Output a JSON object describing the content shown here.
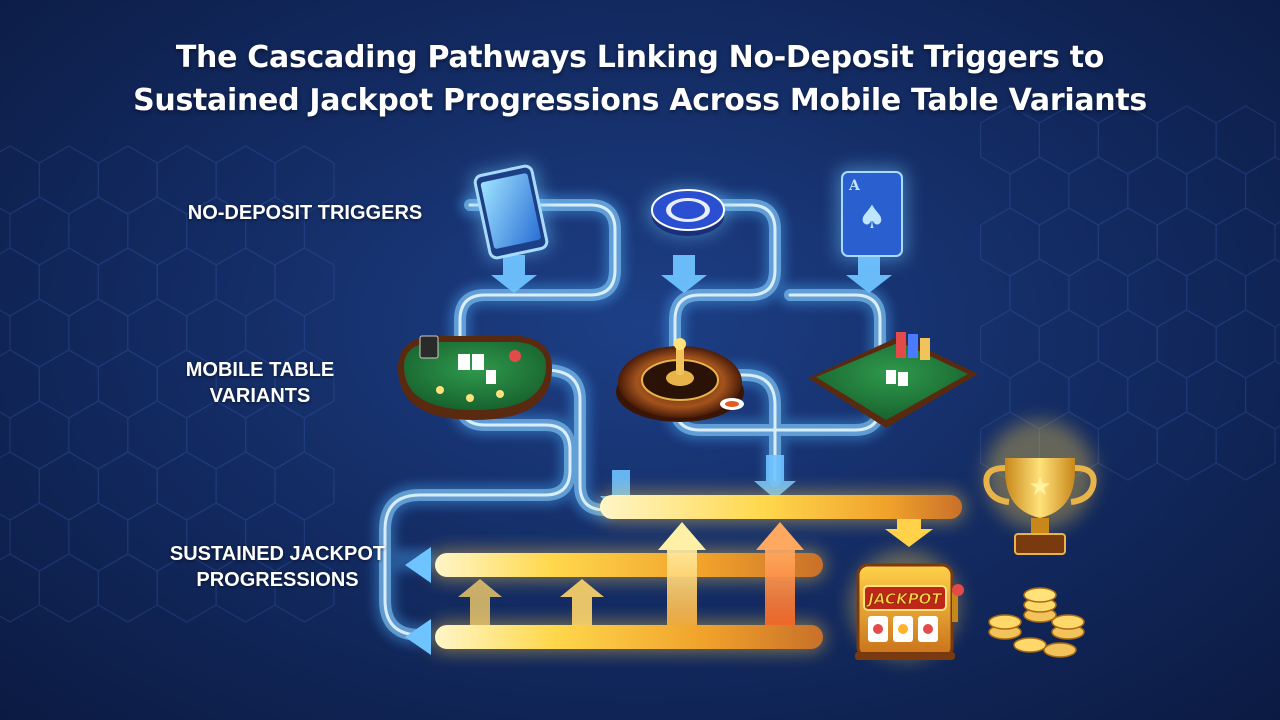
{
  "title": {
    "line1": "The Cascading Pathways Linking No-Deposit Triggers to",
    "line2": "Sustained Jackpot Progressions Across Mobile Table Variants"
  },
  "labels": {
    "triggers": [
      "NO-DEPOSIT TRIGGERS"
    ],
    "variants": [
      "MOBILE TABLE",
      "VARIANTS"
    ],
    "jackpot": [
      "SUSTAINED JACKPOT",
      "PROGRESSIONS"
    ]
  },
  "icons": {
    "triggers": [
      "smartphone-icon",
      "poker-chip-icon",
      "ace-of-spades-card-icon"
    ],
    "tables": [
      "blackjack-table-icon",
      "roulette-wheel-icon",
      "poker-table-icon"
    ],
    "rewards": [
      "jackpot-slot-machine-icon",
      "trophy-icon",
      "gold-coins-icon"
    ]
  },
  "slot_text": "JACKPOT",
  "card": {
    "rank": "A",
    "suit": "♠"
  },
  "colors": {
    "background": "#142d66",
    "blue_path": "#6fc3ff",
    "gold_path": "#ffd24a",
    "orange_path": "#ff8a3d",
    "table_felt": "#1f7a3a"
  }
}
